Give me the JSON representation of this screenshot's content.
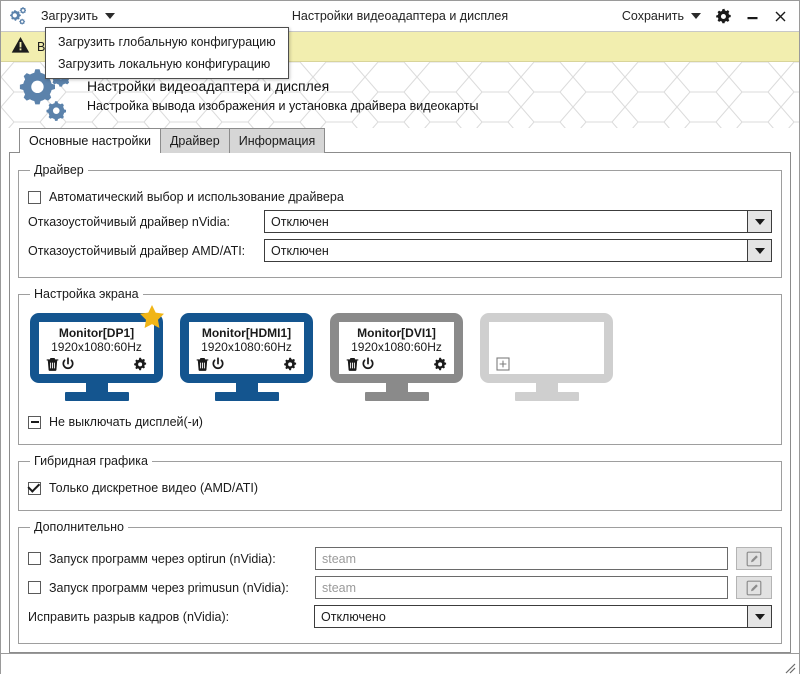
{
  "window": {
    "title": "Настройки видеоадаптера и дисплея"
  },
  "titlebar": {
    "app_icon": "gears-icon",
    "load_menu_label": "Загрузить",
    "save_menu_label": "Сохранить",
    "settings_icon": "gear-icon",
    "minimize_icon": "minimize-icon",
    "close_icon": "close-icon"
  },
  "dropdown": {
    "open": true,
    "items": [
      {
        "label": "Загрузить глобальную конфигурацию"
      },
      {
        "label": "Загрузить локальную конфигурацию"
      }
    ]
  },
  "warning": {
    "icon": "warning-triangle-icon",
    "text": "В",
    "background": "#f2eeaf"
  },
  "header": {
    "icon": "gears-icon",
    "title": "Настройки видеоадаптера и дисплея",
    "subtitle": "Настройка вывода изображения и установка драйвера видеокарты",
    "accent": "#5b82ab"
  },
  "tabs": [
    {
      "label": "Основные настройки",
      "active": true
    },
    {
      "label": "Драйвер",
      "active": false
    },
    {
      "label": "Информация",
      "active": false
    }
  ],
  "driver_group": {
    "legend": "Драйвер",
    "auto_checkbox": {
      "label": "Автоматический выбор и использование драйвера",
      "state": "unchecked"
    },
    "nvidia": {
      "label": "Отказоустойчивый драйвер nVidia:",
      "value": "Отключен"
    },
    "amd": {
      "label": "Отказоустойчивый драйвер AMD/ATI:",
      "value": "Отключен"
    }
  },
  "screen_group": {
    "legend": "Настройка экрана",
    "monitors": [
      {
        "name": "Monitor[DP1]",
        "resolution": "1920x1080:60Hz",
        "state": "active",
        "primary": true,
        "color": "#14558f",
        "icons": [
          "trash-icon",
          "power-icon",
          "gear-icon"
        ]
      },
      {
        "name": "Monitor[HDMI1]",
        "resolution": "1920x1080:60Hz",
        "state": "active",
        "primary": false,
        "color": "#14558f",
        "icons": [
          "trash-icon",
          "power-icon",
          "gear-icon"
        ]
      },
      {
        "name": "Monitor[DVI1]",
        "resolution": "1920x1080:60Hz",
        "state": "disabled",
        "primary": false,
        "color": "#8a8a8a",
        "icons": [
          "trash-icon",
          "power-icon",
          "gear-icon"
        ]
      },
      {
        "name": "",
        "resolution": "",
        "state": "empty",
        "primary": false,
        "color": "#cfcfcf",
        "icons": [
          "add-icon"
        ]
      }
    ],
    "keep_on_checkbox": {
      "label": "Не выключать дисплей(-и)",
      "state": "partial"
    }
  },
  "hybrid_group": {
    "legend": "Гибридная графика",
    "discrete_checkbox": {
      "label": "Только дискретное видео (AMD/ATI)",
      "state": "checked"
    }
  },
  "additional_group": {
    "legend": "Дополнительно",
    "optirun": {
      "label": "Запуск программ через optirun (nVidia):",
      "state": "unchecked",
      "placeholder": "steam",
      "value": "",
      "edit_icon": "edit-pencil-icon"
    },
    "primusrun": {
      "label": "Запуск программ через primusun (nVidia):",
      "state": "unchecked",
      "placeholder": "steam",
      "value": "",
      "edit_icon": "edit-pencil-icon"
    },
    "tearing": {
      "label": "Исправить разрыв кадров (nVidia):",
      "value": "Отключено"
    }
  },
  "statusbar": {
    "text": "",
    "resize_grip": "resize-grip-icon"
  }
}
